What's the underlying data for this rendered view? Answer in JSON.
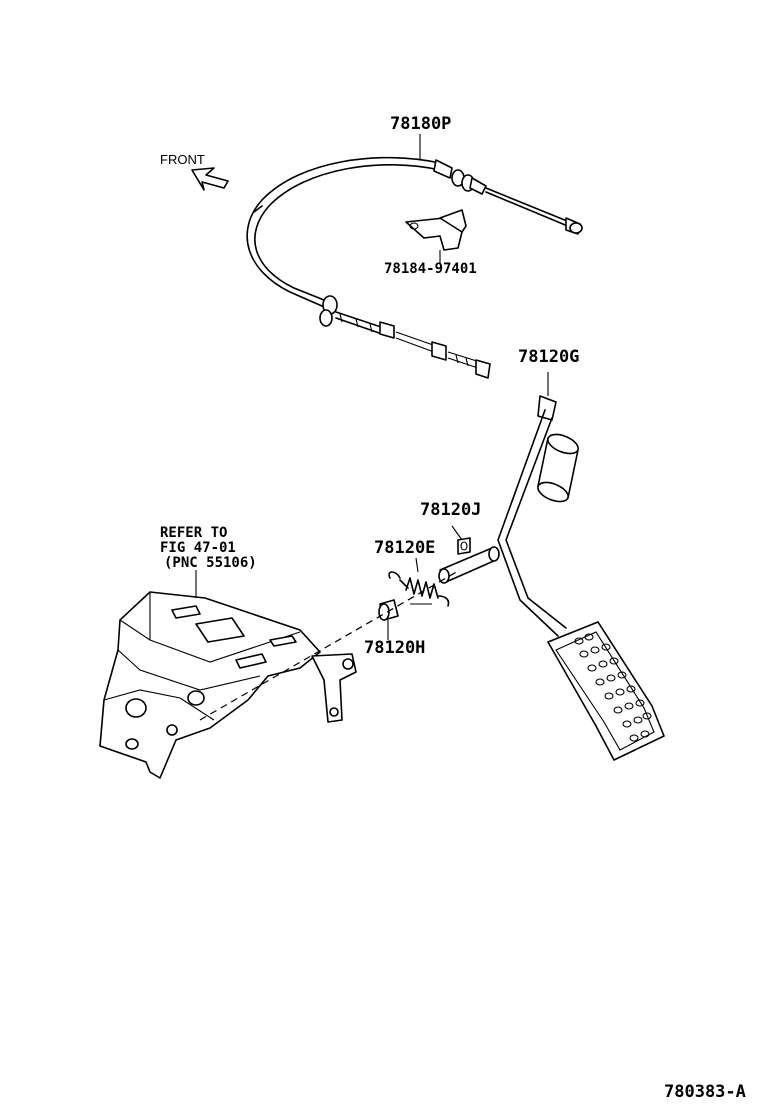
{
  "parts": {
    "cable": "78180P",
    "clamp": "78184-97401",
    "pedal_arm": "78120G",
    "bushing_j": "78120J",
    "spring": "78120E",
    "bushing_h": "78120H"
  },
  "refer": {
    "line1": "REFER TO",
    "line2": "FIG 47-01",
    "line3": "(PNC 55106)"
  },
  "direction": {
    "label": "FRONT",
    "icon": "arrow-icon"
  },
  "figure_id": "780383-A"
}
